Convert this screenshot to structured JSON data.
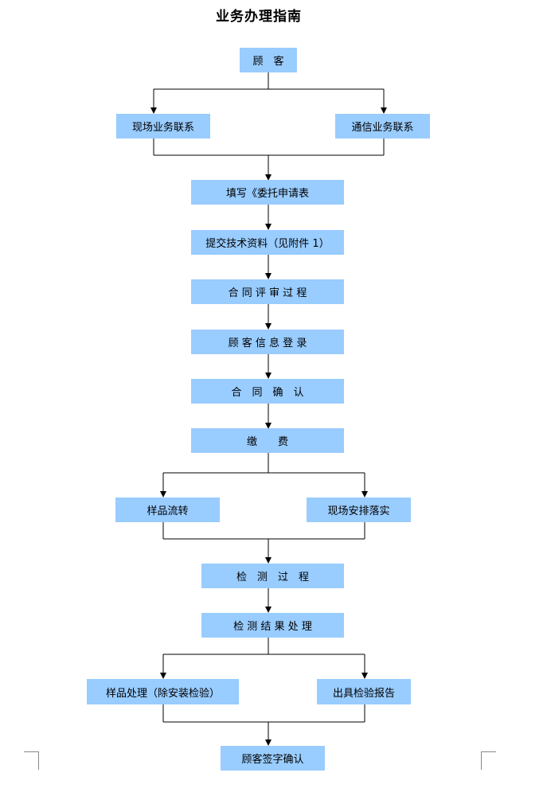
{
  "page": {
    "title": "业务办理指南"
  },
  "nodes": {
    "customer": "顾　客",
    "onsite_contact": "现场业务联系",
    "mail_contact": "通信业务联系",
    "fill_form": "填写《委托申请表",
    "submit_docs": "提交技术资料（见附件 1）",
    "contract_review": "合 同 评 审 过 程",
    "customer_info": "顾 客 信 息 登 录",
    "contract_confirm": "合　同　确　认",
    "payment": "缴　　费",
    "sample_transfer": "样品流转",
    "onsite_arrange": "现场安排落实",
    "testing_process": "检　测　过　程",
    "result_processing": "检 测 结 果 处 理",
    "sample_handling": "样品处理（除安装检验）",
    "issue_report": "出具检验报告",
    "customer_sign": "顾客签字确认"
  },
  "colors": {
    "box_fill": "#99ccff",
    "line": "#000000"
  }
}
